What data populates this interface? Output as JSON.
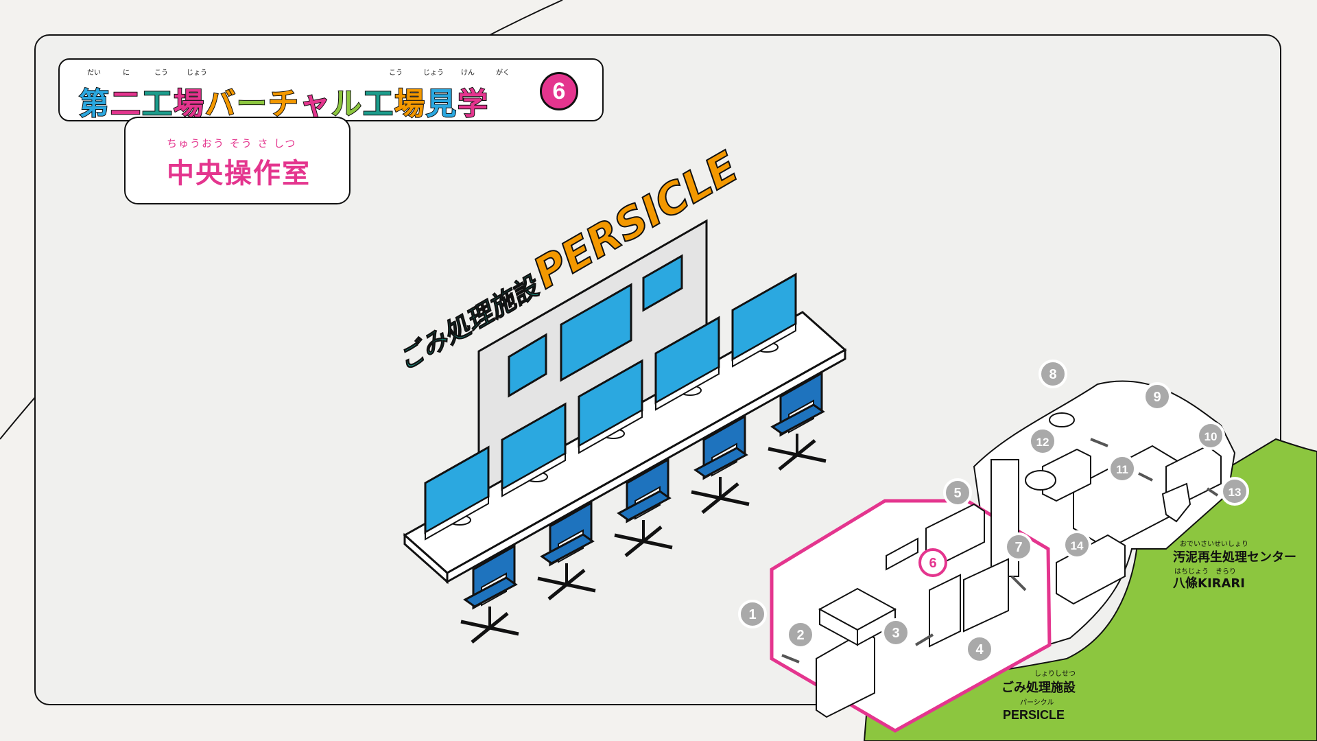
{
  "header": {
    "title_chars": [
      {
        "ch": "第",
        "color": "#2ba8e0"
      },
      {
        "ch": "二",
        "color": "#e4358e"
      },
      {
        "ch": "工",
        "color": "#1c9c8c"
      },
      {
        "ch": "場",
        "color": "#e4358e"
      },
      {
        "ch": "バ",
        "color": "#f39800"
      },
      {
        "ch": "ー",
        "color": "#8cc63f"
      },
      {
        "ch": "チ",
        "color": "#f39800"
      },
      {
        "ch": "ャ",
        "color": "#e4358e"
      },
      {
        "ch": "ル",
        "color": "#8cc63f"
      },
      {
        "ch": "工",
        "color": "#1c9c8c"
      },
      {
        "ch": "場",
        "color": "#f39800"
      },
      {
        "ch": "見",
        "color": "#2ba8e0"
      },
      {
        "ch": "学",
        "color": "#e4358e"
      }
    ],
    "ruby": [
      "だい",
      "に",
      "こう",
      "じょう",
      "こう",
      "じょう",
      "けん",
      "がく"
    ],
    "step_number": "6"
  },
  "subheader": {
    "ruby": "ちゅうおう そう さ しつ",
    "title": "中央操作室"
  },
  "wall_sign": {
    "prefix": "ごみ処理施設",
    "name": "PERSICLE"
  },
  "map": {
    "markers": [
      "1",
      "2",
      "3",
      "4",
      "5",
      "6",
      "7",
      "8",
      "9",
      "10",
      "11",
      "12",
      "13",
      "14"
    ],
    "active_marker": "6",
    "facility_a": {
      "ruby": "しょりしせつ",
      "name": "ごみ処理施設",
      "sub_ruby": "パーシクル",
      "sub": "PERSICLE"
    },
    "facility_b": {
      "ruby": "おでいさいせいしょり",
      "name": "汚泥再生処理センター",
      "sub_ruby": "はちじょう　きらり",
      "sub": "八條KIRARI"
    }
  },
  "colors": {
    "accent_pink": "#e4358e",
    "accent_orange": "#f39800",
    "accent_teal": "#1c9c8c",
    "monitor_blue": "#2ba8e0",
    "chair_blue": "#1e73be",
    "ground_green": "#8cc63f"
  }
}
